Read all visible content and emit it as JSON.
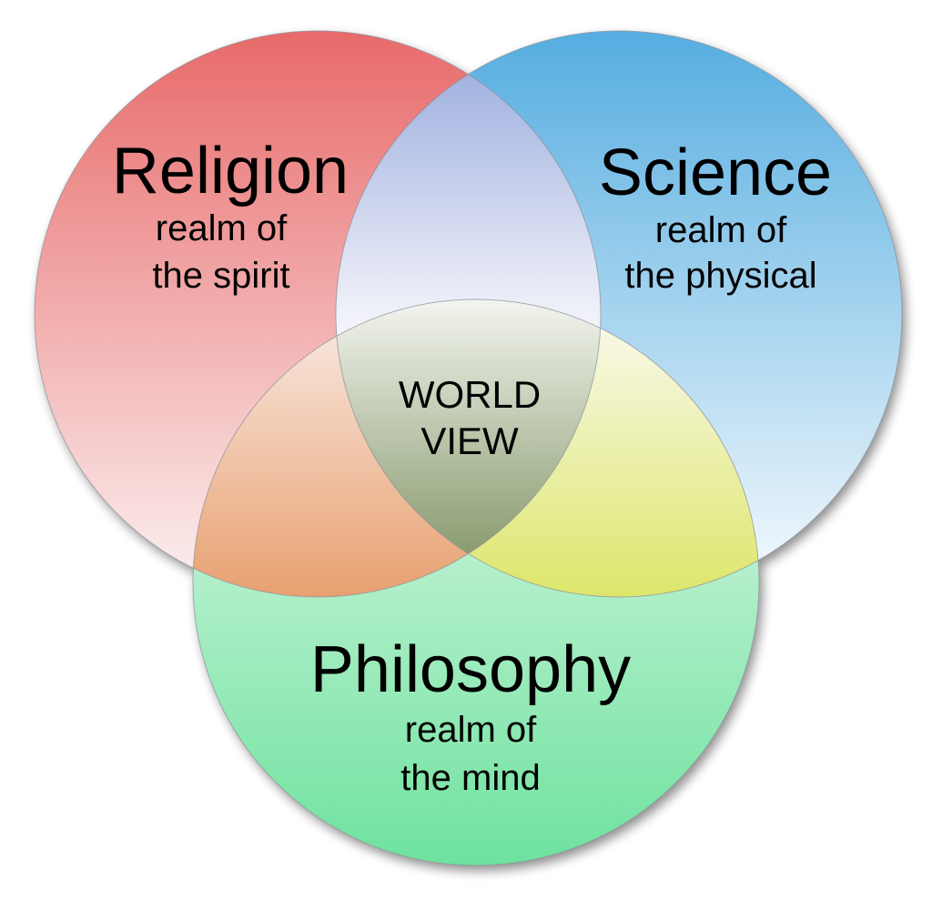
{
  "diagram": {
    "type": "venn",
    "sets": [
      {
        "title": "Religion",
        "line1": "realm of",
        "line2": "the spirit",
        "color_top": "#e86a6a",
        "color_bottom": "#fcf0f0"
      },
      {
        "title": "Science",
        "line1": "realm of",
        "line2": "the physical",
        "color_top": "#55ade0",
        "color_bottom": "#f6fafd"
      },
      {
        "title": "Philosophy",
        "line1": "realm of",
        "line2": "the mind",
        "color_top": "#eafaef",
        "color_bottom": "#6ee29e"
      }
    ],
    "center": {
      "line1": "WORLD",
      "line2": "VIEW"
    }
  }
}
